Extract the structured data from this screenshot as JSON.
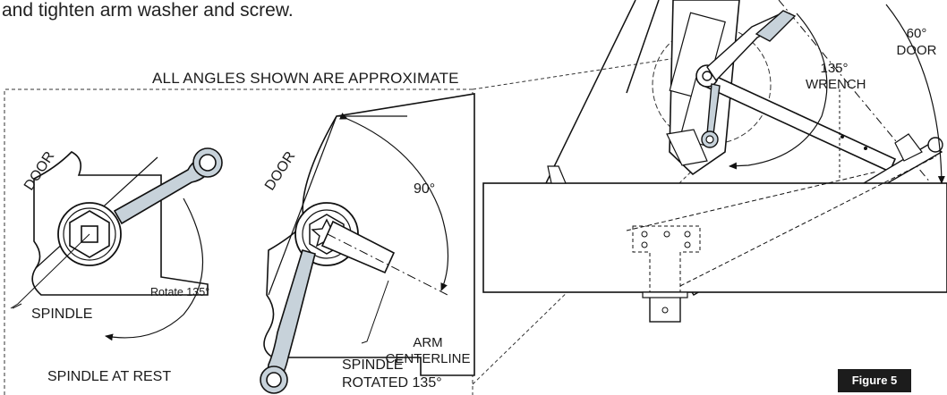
{
  "instructions": {
    "text_tail": "and tighten arm washer and screw."
  },
  "note": "ALL ANGLES SHOWN ARE APPROXIMATE",
  "rest_view": {
    "door_label": "DOOR",
    "rotate_label": "Rotate 135°",
    "spindle_label": "SPINDLE",
    "caption": "SPINDLE AT REST"
  },
  "rotated_view": {
    "door_label": "DOOR",
    "angle_label": "90°",
    "arm_label_line1": "ARM",
    "arm_label_line2": "CENTERLINE",
    "caption_line1": "SPINDLE",
    "caption_line2": "ROTATED 135°"
  },
  "assembly_view": {
    "door_angle_line1": "60°",
    "door_angle_line2": "DOOR",
    "wrench_angle_line1": "135°",
    "wrench_angle_line2": "WRENCH"
  },
  "figure_label": "Figure 5"
}
